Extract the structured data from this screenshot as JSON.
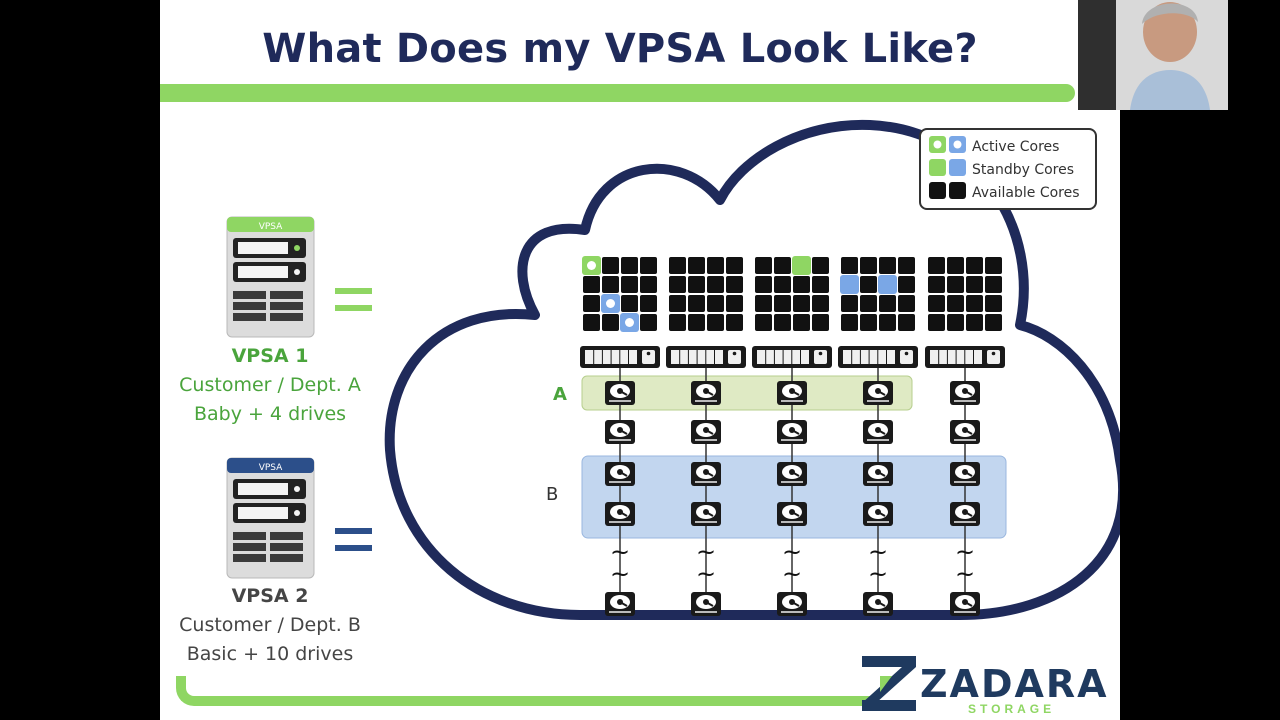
{
  "title": "What Does my VPSA Look Like?",
  "legend": {
    "active": "Active Cores",
    "standby": "Standby Cores",
    "available": "Available Cores"
  },
  "vpsa1": {
    "badge": "VPSA",
    "name": "VPSA 1",
    "line1": "Customer / Dept. A",
    "line2": "Baby + 4 drives",
    "color": "#4aa43c"
  },
  "vpsa2": {
    "badge": "VPSA",
    "name": "VPSA 2",
    "line1": "Customer / Dept. B",
    "line2": "Basic + 10 drives",
    "color": "#2c4f8a"
  },
  "groups": {
    "a": "A",
    "b": "B"
  },
  "logo": {
    "name": "ZADARA",
    "sub": "STORAGE"
  },
  "colors": {
    "accent_green": "#8fd663",
    "active_green": "#8fd663",
    "standby_blue": "#7aa7e6",
    "title_navy": "#1f2a5a",
    "group_a_fill": "#dfeac4",
    "group_b_fill": "#c2d6ef",
    "cloud_stroke": "#1f2a5a"
  },
  "icons": [
    "server-icon",
    "drive-icon",
    "core-grid-icon",
    "tilde-icon",
    "zadara-logo-icon",
    "presenter-photo"
  ]
}
